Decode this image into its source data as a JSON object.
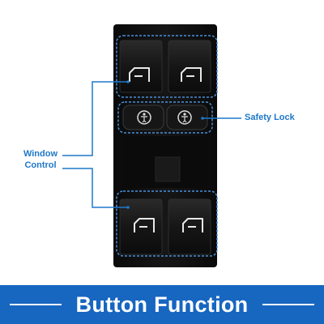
{
  "callouts": {
    "safety_lock": "Safety Lock",
    "window_control_line1": "Window",
    "window_control_line2": "Control"
  },
  "banner": {
    "title": "Button Function"
  },
  "colors": {
    "accent": "#1e78c8",
    "banner": "#1766c0",
    "panel": "#121212",
    "switch_key": "#1c1c1c"
  },
  "icons": {
    "window_switch": "window-door-icon",
    "child_lock": "child-person-icon"
  }
}
